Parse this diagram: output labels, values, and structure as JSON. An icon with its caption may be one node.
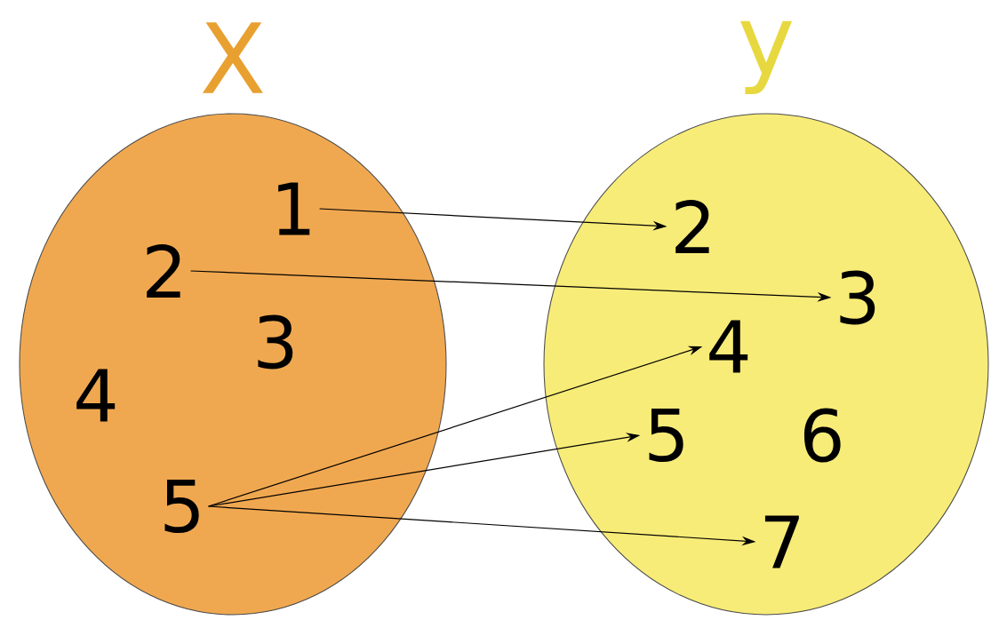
{
  "diagram": {
    "nodes": [
      {
        "text": [
          "X"
        ]
      },
      {
        "text": [
          "1"
        ],
        "in": 0
      },
      {
        "text": [
          "2"
        ],
        "in": 0
      },
      {
        "text": [
          "3"
        ],
        "in": 0
      },
      {
        "text": [
          "4"
        ],
        "in": 0
      },
      {
        "text": [
          "5"
        ],
        "in": 0
      },
      {
        "text": [
          "y"
        ]
      },
      {
        "text": [
          "2"
        ],
        "in": 6
      },
      {
        "text": [
          "3"
        ],
        "in": 6
      },
      {
        "text": [
          "4"
        ],
        "in": 6
      },
      {
        "text": [
          "5"
        ],
        "in": 6
      },
      {
        "text": [
          "6"
        ],
        "in": 6
      },
      {
        "text": [
          "7"
        ],
        "in": 6
      }
    ],
    "edges": [
      {
        "from": 1,
        "to": 7,
        "arrow": "to"
      },
      {
        "from": 2,
        "to": 8,
        "arrow": "to"
      },
      {
        "from": 5,
        "to": 9,
        "arrow": "to"
      },
      {
        "from": 5,
        "to": 10,
        "arrow": "to"
      },
      {
        "from": 5,
        "to": 12,
        "arrow": "to"
      }
    ]
  }
}
